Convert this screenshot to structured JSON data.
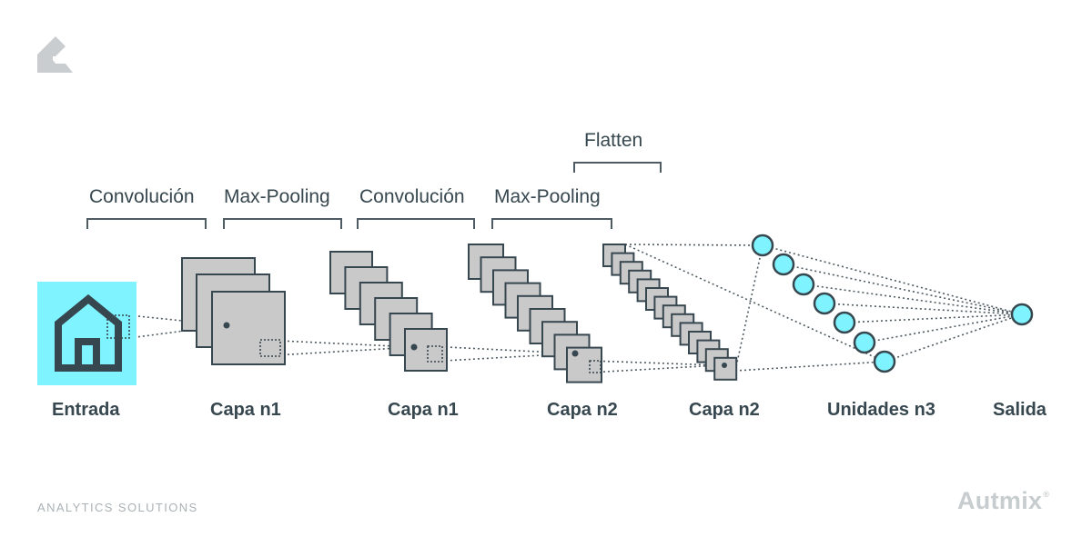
{
  "stage_labels": {
    "conv1": "Convolución",
    "pool1": "Max-Pooling",
    "conv2": "Convolución",
    "pool2": "Max-Pooling",
    "flatten": "Flatten"
  },
  "layer_labels": {
    "input": "Entrada",
    "layer1a": "Capa n1",
    "layer1b": "Capa n1",
    "layer2a": "Capa n2",
    "layer2b": "Capa n2",
    "units": "Unidades n3",
    "output": "Salida"
  },
  "footer": {
    "left": "ANALYTICS SOLUTIONS",
    "brand": "Autmix",
    "brand_mark": "®"
  },
  "icons": {
    "logo": "brand-logo-icon",
    "input": "house-icon"
  },
  "colors": {
    "accent": "#7ff3ff",
    "node_fill": "#7ff3ff",
    "node_stroke": "#37474f",
    "map_fill": "#c9c9c9",
    "map_stroke": "#37474f",
    "text": "#37474f",
    "logo": "#c9cdd0"
  }
}
